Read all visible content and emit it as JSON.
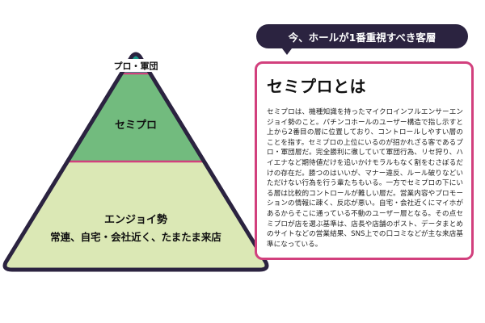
{
  "pyramid": {
    "top_label": "プロ・軍団",
    "middle_label": "セミプロ",
    "bottom_label_line1": "エンジョイ勢",
    "bottom_label_line2": "常連、自宅・会社近く、たまたま来店"
  },
  "callout": {
    "header": "今、ホールが1番重視すべき客層",
    "title": "セミプロとは",
    "body": "セミプロは、機種知識を持ったマイクロインフルエンサーエンジョイ勢のこと。パチンコホールのユーザー構造で指し示すと上から2番目の層に位置しており、コントロールしやすい層のことを指す。セミプロの上位にいるのが招かれざる客であるプロ・軍団層だ。完全勝利に徹していて軍団行為、リセ狩り、ハイエナなど期待値だけを追いかけモラルもなく割をむさぼるだけの存在だ。勝つのはいいが、マナー違反、ルール破りなどいただけない行為を行う輩たちもいる。一方でセミプロの下にいる層は比較的コントロールが難しい層だ。営業内容やプロモーションの情報に疎く、反応が悪い。自宅・会社近くにマイホがあるからそこに通っている不動のユーザー層となる。その点セミプロが店を選ぶ基準は、店長や店舗のポスト、データまとめのサイトなどの営業結果、SNS上での口コミなどが主な来店基準になっている。"
  },
  "colors": {
    "outline": "#2b2340",
    "top_tier": "#1d9c8c",
    "middle_tier": "#72bb7e",
    "bottom_tier": "#dbe8b5",
    "divider": "#d2407d",
    "callout_border": "#d2407d"
  }
}
